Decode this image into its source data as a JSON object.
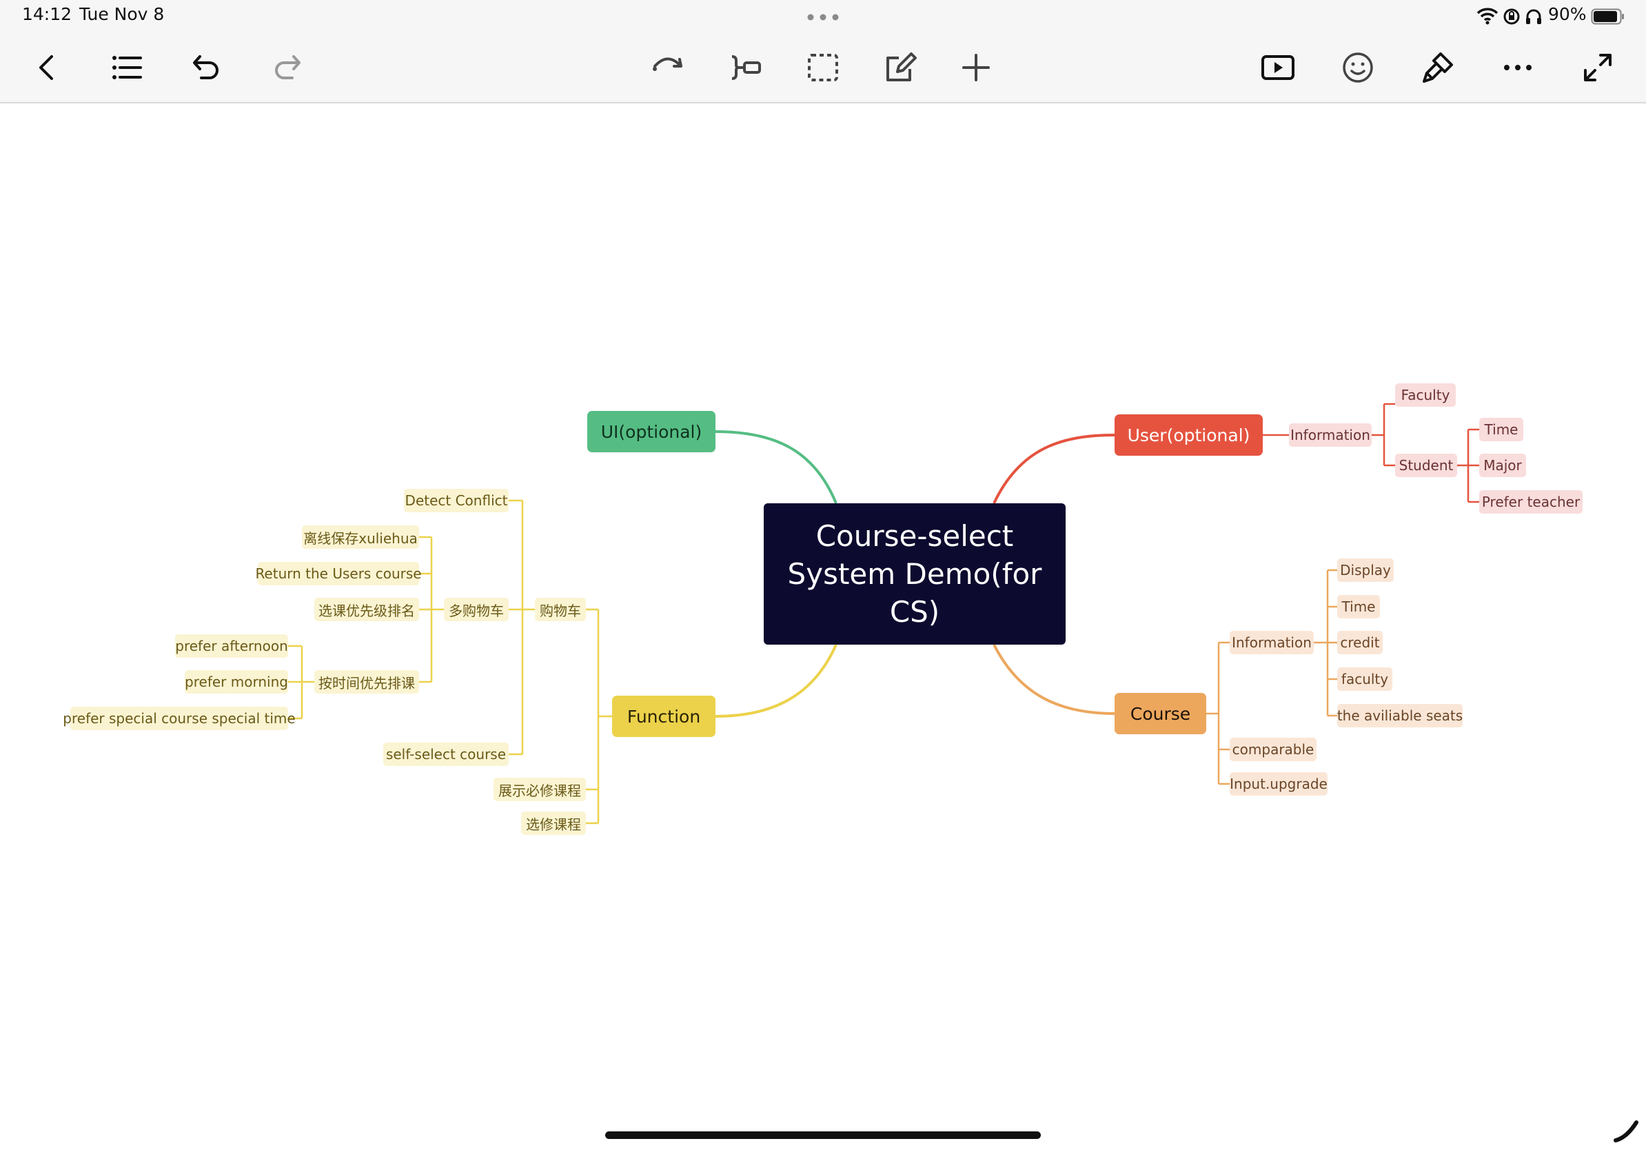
{
  "status_bar": {
    "time": "14:12",
    "date": "Tue Nov 8",
    "battery": "90%",
    "icons": [
      "wifi-icon",
      "orientation-lock-icon",
      "headphones-icon",
      "battery-icon"
    ]
  },
  "toolbar": {
    "left": [
      "back-icon",
      "outline-list-icon",
      "undo-icon",
      "redo-icon"
    ],
    "center": [
      "relationship-curve-icon",
      "summary-icon",
      "boundary-icon",
      "note-icon",
      "add-topic-icon"
    ],
    "right": [
      "presentation-play-icon",
      "emoji-sticker-icon",
      "format-brush-icon",
      "more-icon",
      "fullscreen-icon"
    ]
  },
  "mindmap": {
    "root": "Course-select System Demo(for CS)",
    "colors": {
      "ui": "#55bd83",
      "user": "#e5533f",
      "course": "#eca75d",
      "function": "#ecd24b",
      "root": "#0c0a2e"
    },
    "ui": {
      "label": "UI(optional)"
    },
    "user": {
      "label": "User(optional)",
      "information": "Information",
      "faculty": "Faculty",
      "student": "Student",
      "student_children": [
        "Time",
        "Major",
        "Prefer teacher"
      ]
    },
    "course": {
      "label": "Course",
      "information": "Information",
      "info_children": [
        "Display",
        "Time",
        "credit",
        "faculty",
        "the aviliable seats"
      ],
      "comparable": "comparable",
      "input_upgrade": "Input.upgrade"
    },
    "function": {
      "label": "Function",
      "cart": "购物车",
      "cart_children": {
        "detect_conflict": "Detect Conflict",
        "multi_cart": "多购物车",
        "self_select": "self-select course"
      },
      "multi_cart_children": {
        "offline_save": "离线保存xuliehua",
        "return_users_course": "Return the Users course",
        "priority_rank": "选课优先级排名",
        "time_priority": "按时间优先排课"
      },
      "time_priority_children": [
        "prefer afternoon",
        "prefer morning",
        "prefer special course special time"
      ],
      "show_required": "展示必修课程",
      "elective": "选修课程"
    }
  }
}
